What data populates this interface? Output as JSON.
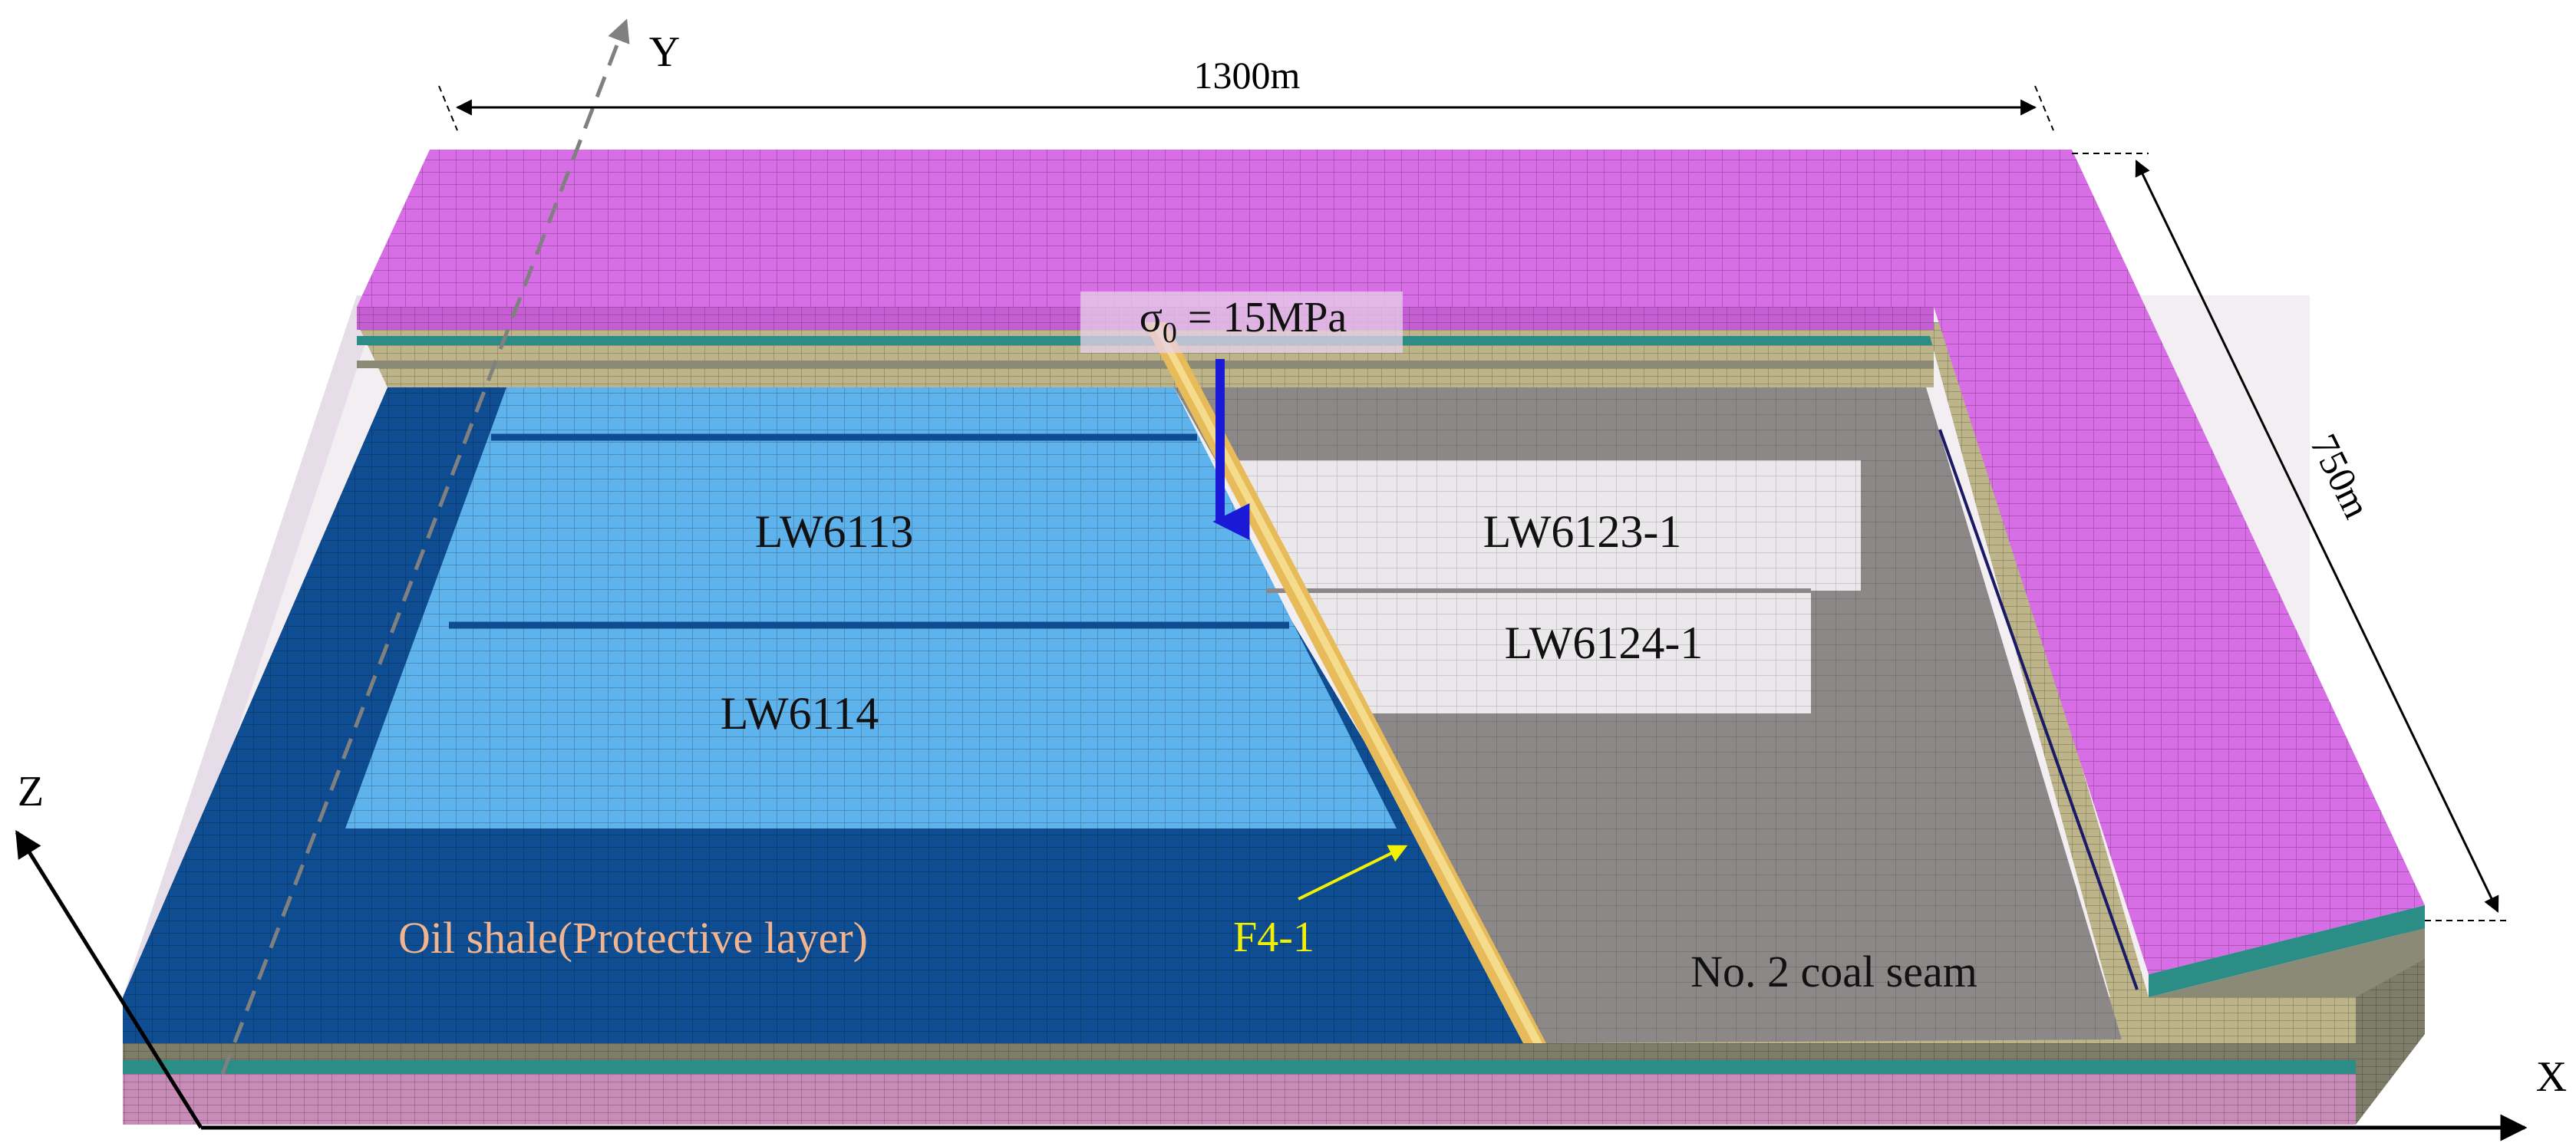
{
  "axes": {
    "x": "X",
    "y": "Y",
    "z": "Z"
  },
  "dimensions": {
    "length": "1300m",
    "width": "750m"
  },
  "load": {
    "symbol": "σ",
    "subscript": "0",
    "value": " = 15MPa"
  },
  "faces": {
    "lw6113": "LW6113",
    "lw6114": "LW6114",
    "lw6123": "LW6123-1",
    "lw6124": "LW6124-1",
    "oil_shale": "Oil shale(Protective layer)",
    "fault": "F4-1",
    "coal_seam": "No. 2 coal seam"
  },
  "colors": {
    "top_cover": "#d86ee6",
    "oil_shale": "#0f4d92",
    "working_face_blue": "#5fb3ec",
    "coal_seam": "#8c8888",
    "working_face_gray": "#ebe8eb",
    "fault": "#e8bb5a",
    "load_arrow": "#1a1ad6",
    "fault_label": "#f0f000",
    "oil_shale_label": "#f2b48e",
    "strata_khaki": "#bdb48a",
    "strata_teal": "#2c8c86",
    "strata_gray": "#8a8a76"
  }
}
